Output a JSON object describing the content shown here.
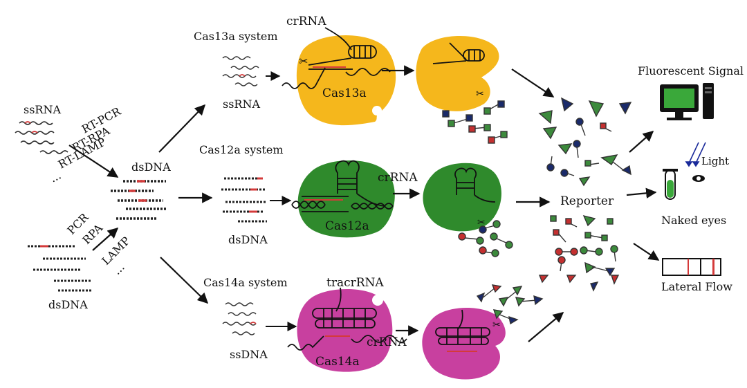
{
  "labels": {
    "ssrna_left": "ssRNA",
    "dsdna_left": "dsDNA",
    "rt_pcr": "RT-PCR",
    "rt_rpa": "RT-RPA",
    "rt_lamp": "RT-LAMP",
    "ellipsis_rt": "...",
    "pcr": "PCR",
    "rpa": "RPA",
    "lamp": "LAMP",
    "ellipsis_pcr": "...",
    "dsdna_mid": "dsDNA",
    "cas13a_system": "Cas13a system",
    "ssrna_13a": "ssRNA",
    "crrna_13a": "crRNA",
    "cas13a": "Cas13a",
    "cas12a_system": "Cas12a system",
    "dsdna_12a": "dsDNA",
    "crrna_12a": "crRNA",
    "cas12a": "Cas12a",
    "cas14a_system": "Cas14a system",
    "ssdna_14a": "ssDNA",
    "tracrrna_14a": "tracrRNA",
    "crrna_14a": "crRNA",
    "cas14a": "Cas14a",
    "reporter": "Reporter",
    "fluorescent_signal": "Fluorescent Signal",
    "light": "Light",
    "naked_eyes": "Naked eyes",
    "lateral_flow": "Lateral Flow"
  },
  "colors": {
    "cas13a": "#f5b71c",
    "cas12a": "#2f8a2c",
    "cas14a": "#c8409f",
    "rna_red": "#d43a3a",
    "monitor_green": "#3aa83a",
    "reporter_green": "#3c8a3c",
    "reporter_red": "#c43030",
    "reporter_navy": "#1a2a6a"
  }
}
